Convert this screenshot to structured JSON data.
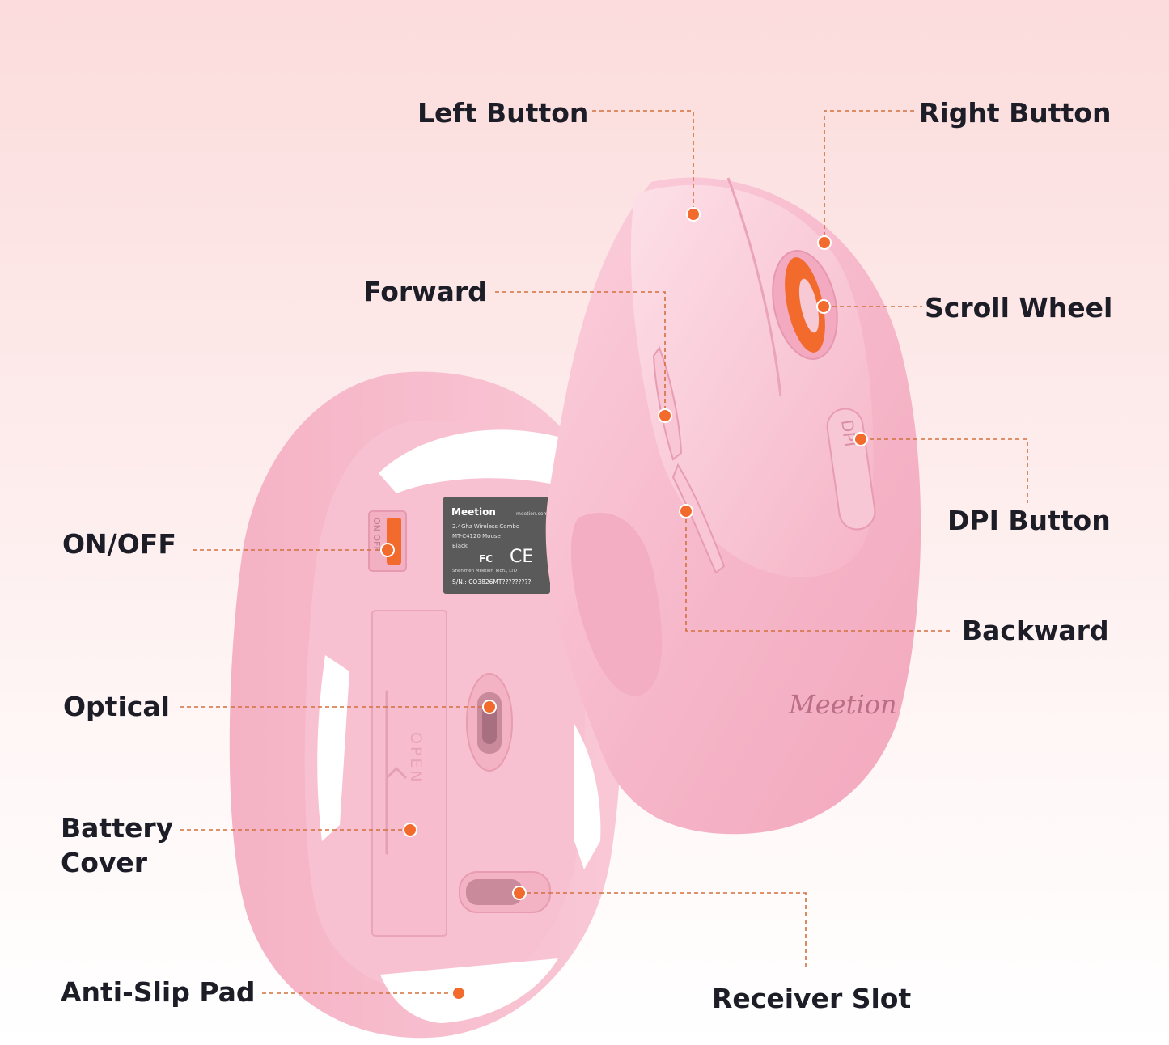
{
  "colors": {
    "background_top": "#fcdcdc",
    "mouse_pink": "#f6b9cc",
    "mouse_pink_light": "#fbd3df",
    "accent_orange": "#f26a2c",
    "leader_line": "#d2703c",
    "label_text": "#1d1d27",
    "sticker_gray": "#5a5a5a"
  },
  "labels": {
    "left_button": "Left Button",
    "right_button": "Right Button",
    "forward": "Forward",
    "scroll_wheel": "Scroll Wheel",
    "on_off": "ON/OFF",
    "dpi_button": "DPI Button",
    "backward": "Backward",
    "optical": "Optical",
    "battery_cover": "Battery Cover",
    "anti_slip_pad": "Anti-Slip Pad",
    "receiver_slot": "Receiver Slot"
  },
  "mouse": {
    "brand": "Meetion",
    "dpi_mark": "DPI",
    "switch_mark": "ON OFF",
    "open_mark": "OPEN"
  },
  "sticker": {
    "brand": "Meetion",
    "site": "meetion.com",
    "line1": "2.4Ghz Wireless Combo",
    "line2": "MT-C4120 Mouse",
    "line3": "Black",
    "certs": "FC",
    "ce": "CE",
    "maker": "Shenzhen Meetion Tech., LTD",
    "serial": "S/N.: CO3826MT?????????"
  },
  "icons": {
    "battery_arrow": "chevron-up-icon"
  }
}
